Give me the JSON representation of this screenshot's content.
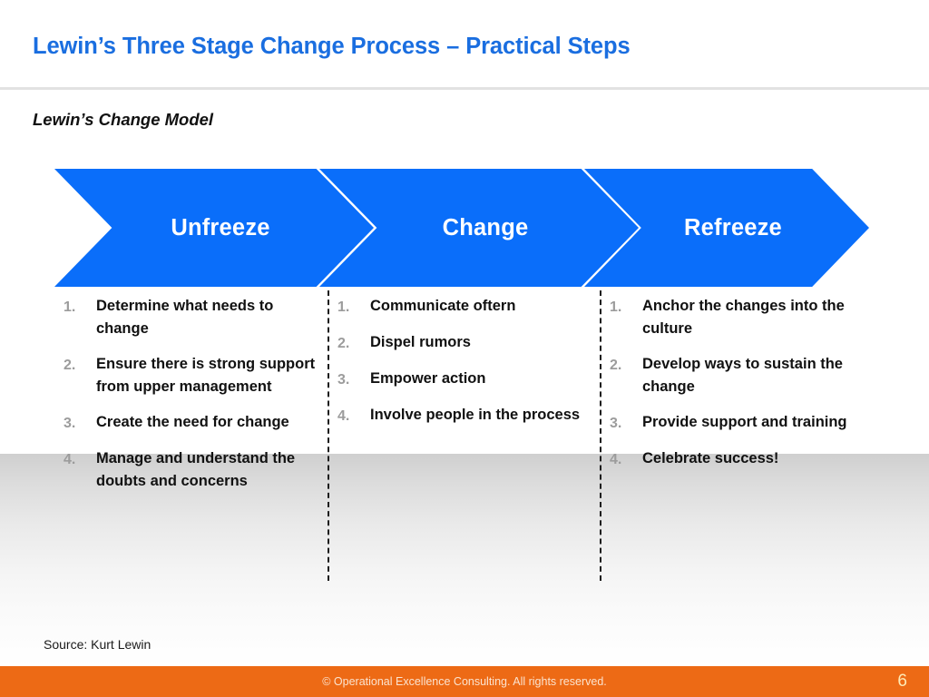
{
  "slide": {
    "title": "Lewin’s Three Stage Change Process – Practical Steps",
    "subtitle": "Lewin’s Change Model",
    "source_note": "Source: Kurt Lewin",
    "accent_blue": "#0a6efa",
    "title_blue": "#1a6ee0",
    "footer_orange": "#ED6A15"
  },
  "stages": [
    {
      "label": "Unfreeze"
    },
    {
      "label": "Change"
    },
    {
      "label": "Refreeze"
    }
  ],
  "columns": [
    {
      "stage": "Unfreeze",
      "items": [
        {
          "num": "1.",
          "text": "Determine what needs to change"
        },
        {
          "num": "2.",
          "text": "Ensure there is strong support from upper management"
        },
        {
          "num": "3.",
          "text": "Create the need for change"
        },
        {
          "num": "4.",
          "text": "Manage and understand the doubts and concerns"
        }
      ]
    },
    {
      "stage": "Change",
      "items": [
        {
          "num": "1.",
          "text": "Communicate oftern"
        },
        {
          "num": "2.",
          "text": "Dispel rumors"
        },
        {
          "num": "3.",
          "text": "Empower action"
        },
        {
          "num": "4.",
          "text": "Involve people in the process"
        }
      ]
    },
    {
      "stage": "Refreeze",
      "items": [
        {
          "num": "1.",
          "text": "Anchor the changes into the culture"
        },
        {
          "num": "2.",
          "text": "Develop ways to sustain the change"
        },
        {
          "num": "3.",
          "text": "Provide support and training"
        },
        {
          "num": "4.",
          "text": "Celebrate success!"
        }
      ]
    }
  ],
  "footer": {
    "copyright": "© Operational Excellence Consulting.  All rights reserved.",
    "page_number": "6"
  }
}
